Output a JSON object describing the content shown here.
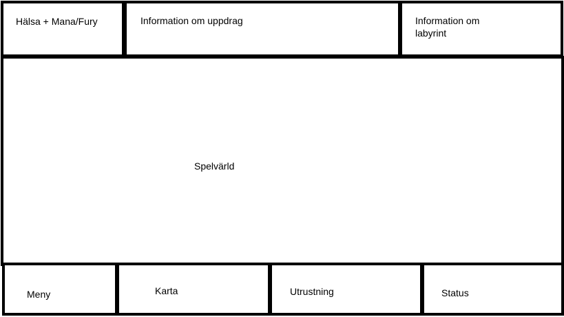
{
  "top_row": {
    "health_label": "Hälsa + Mana/Fury",
    "quest_label": "Information om uppdrag",
    "maze_label": "Information om labyrint"
  },
  "world": {
    "label": "Spelvärld"
  },
  "bottom_row": {
    "menu_label": "Meny",
    "map_label": "Karta",
    "equipment_label": "Utrustning",
    "status_label": "Status"
  },
  "colors": {
    "border": "#000000",
    "background": "#ffffff",
    "text": "#000000"
  }
}
